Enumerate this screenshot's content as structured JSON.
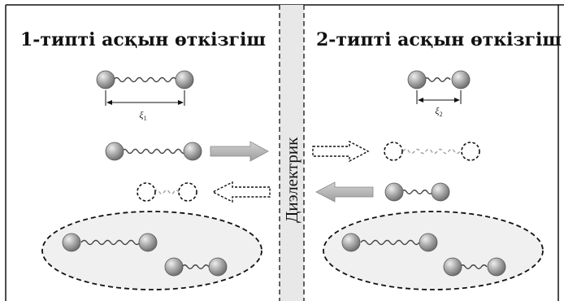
{
  "left": {
    "title": "1-типті асқын өткізгіш",
    "length_symbol": "ξ",
    "length_index": "1"
  },
  "right": {
    "title": "2-типті асқын өткізгіш",
    "length_symbol": "ξ",
    "length_index": "2"
  },
  "barrier": {
    "label": "Диэлектрик"
  },
  "colors": {
    "ball": "#9c9c9c",
    "ellipse_fill": "#f0f0f0",
    "barrier_fill": "#e8e8e8",
    "line": "#111111",
    "solid_arrow": "#b4b4b4"
  }
}
